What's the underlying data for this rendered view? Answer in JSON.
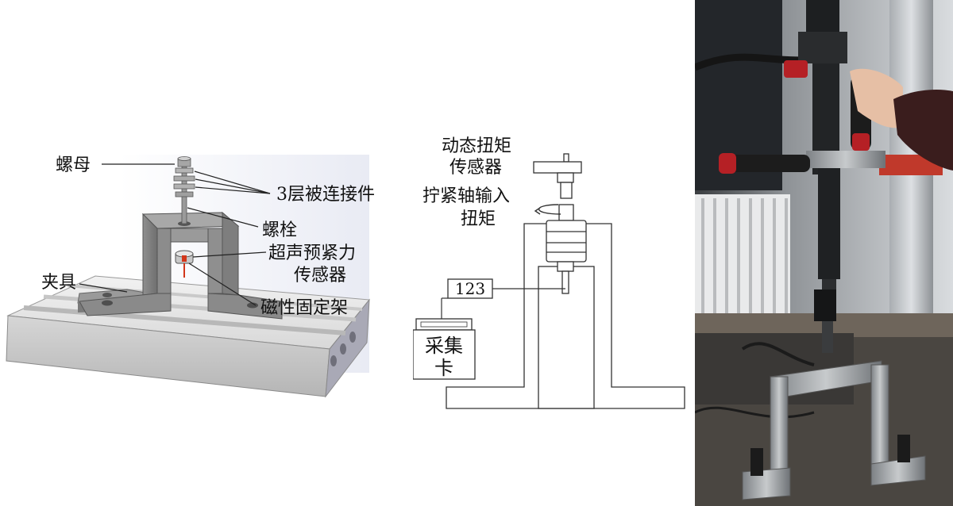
{
  "left_diagram": {
    "labels": {
      "nut": "螺母",
      "connected_parts": "3层被连接件",
      "bolt": "螺栓",
      "ultrasonic_sensor_line1": "超声预紧力",
      "ultrasonic_sensor_line2": "传感器",
      "fixture": "夹具",
      "magnetic_mount": "磁性固定架"
    },
    "icons": [
      "nut-icon",
      "bolt-icon",
      "ultrasonic-sensor-icon",
      "fixture-icon",
      "magnetic-mount-icon",
      "base-plate-icon"
    ]
  },
  "mid_diagram": {
    "labels": {
      "dynamic_torque_line1": "动态扭矩",
      "dynamic_torque_line2": "传感器",
      "tighten_input_line1": "拧紧轴输入",
      "tighten_input_line2": "扭矩",
      "display_value": "123",
      "daq_line1": "采集",
      "daq_line2": "卡"
    },
    "icons": [
      "torque-sensor-icon",
      "rotation-arrow-icon",
      "frame-icon",
      "data-acquisition-card-icon",
      "display-icon"
    ]
  },
  "photo": {
    "colors": {
      "handle_red": "#b52025",
      "frame_gray": "#9da0a3",
      "background_dark": "#2a2c2e"
    }
  }
}
